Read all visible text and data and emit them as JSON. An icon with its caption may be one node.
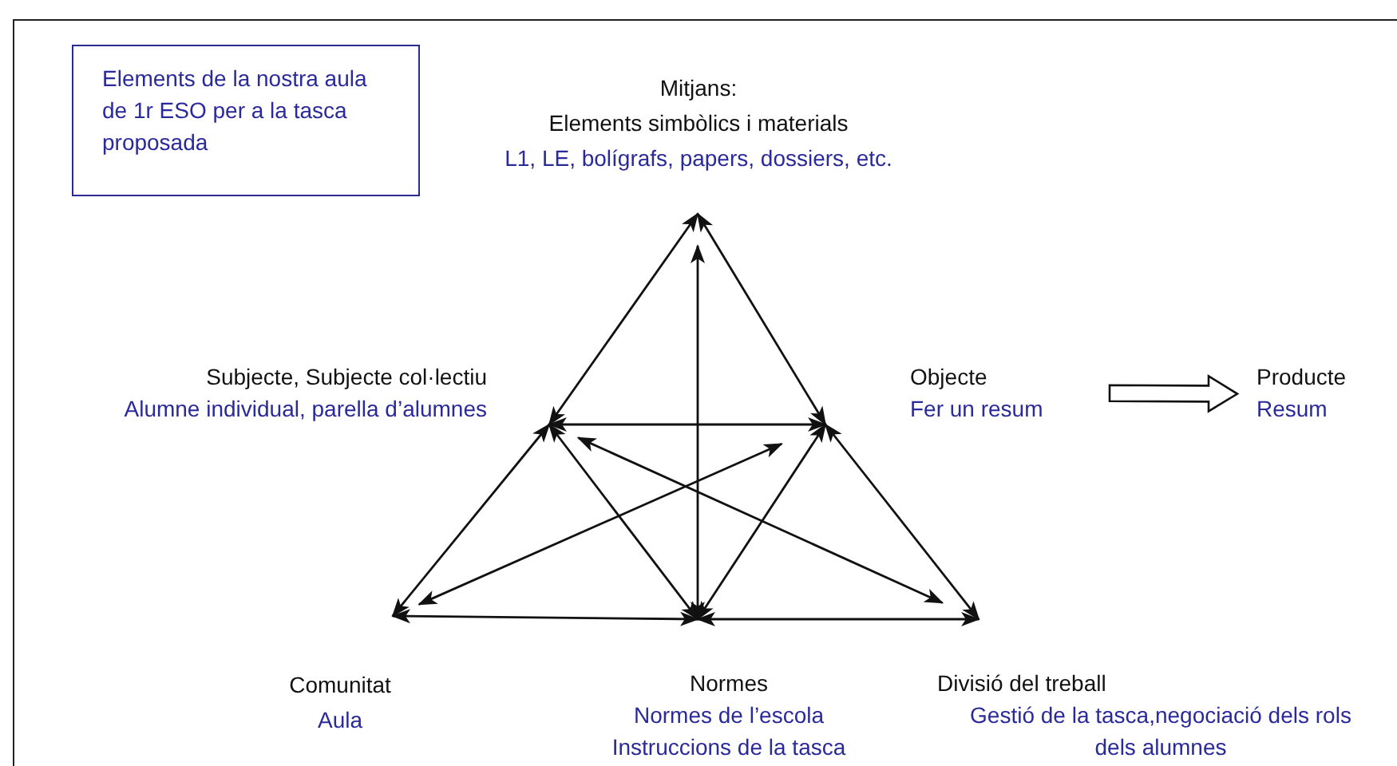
{
  "diagram": {
    "nodes": [
      {
        "text": [
          "Elements de la nostra aula de 1r ESO per a la tasca proposada"
        ]
      },
      {
        "text": [
          "Mitjans:",
          "Elements simbòlics i materials",
          "L1, LE, bolígrafs, papers, dossiers, etc."
        ]
      },
      {
        "text": [
          "Subjecte, Subjecte col·lectiu",
          "Alumne individual, parella d’alumnes"
        ]
      },
      {
        "text": [
          "Objecte",
          "Fer un resum"
        ]
      },
      {
        "text": [
          "Producte",
          "Resum"
        ]
      },
      {
        "text": [
          "Comunitat",
          "Aula"
        ]
      },
      {
        "text": [
          "Normes",
          "Normes de l’escola",
          "Instruccions de la tasca"
        ]
      },
      {
        "text": [
          "Divisió del treball",
          "Gestió de la tasca,negociació dels rols dels alumnes"
        ]
      }
    ],
    "edges": [
      {
        "from": 1,
        "to": 2,
        "arrow": "both"
      },
      {
        "from": 1,
        "to": 3,
        "arrow": "both"
      },
      {
        "from": 1,
        "to": 6,
        "arrow": "both"
      },
      {
        "from": 2,
        "to": 3,
        "arrow": "both"
      },
      {
        "from": 2,
        "to": 5,
        "arrow": "both"
      },
      {
        "from": 2,
        "to": 6,
        "arrow": "both"
      },
      {
        "from": 2,
        "to": 7,
        "arrow": "both"
      },
      {
        "from": 3,
        "to": 5,
        "arrow": "both"
      },
      {
        "from": 3,
        "to": 6,
        "arrow": "both"
      },
      {
        "from": 3,
        "to": 7,
        "arrow": "both"
      },
      {
        "from": 5,
        "to": 6,
        "arrow": "both"
      },
      {
        "from": 6,
        "to": 7,
        "arrow": "both"
      },
      {
        "from": 3,
        "to": 4,
        "arrow": "to",
        "style": "thick"
      }
    ]
  }
}
